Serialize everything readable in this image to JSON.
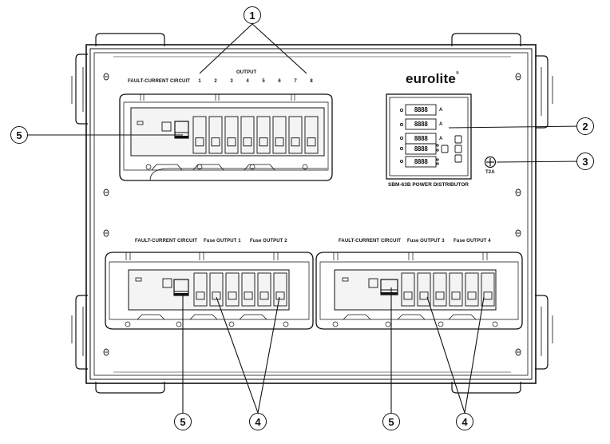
{
  "labels": {
    "output_header": "OUTPUT",
    "output_numbers": [
      "1",
      "2",
      "3",
      "4",
      "5",
      "6",
      "7",
      "8"
    ],
    "fault_current_top": "FAULT-CURRENT CIRCUIT",
    "fault_current_left": "FAULT-CURRENT CIRCUIT",
    "fault_current_right": "FAULT-CURRENT CIRCUIT",
    "fuse_output_1": "Fuse OUTPUT 1",
    "fuse_output_2": "Fuse OUTPUT 2",
    "fuse_output_3": "Fuse OUTPUT 3",
    "fuse_output_4": "Fuse OUTPUT 4",
    "brand": "eurolite",
    "brand_mark": "®",
    "model": "SBM-63B POWER DISTRIBUTOR",
    "fuse_rating": "T2A",
    "meter_readout": "8888",
    "meter_units": [
      "A",
      "A",
      "A",
      "",
      ""
    ]
  },
  "callouts": {
    "c1": "1",
    "c2": "2",
    "c3": "3",
    "c4_left": "4",
    "c4_right": "4",
    "c5_top": "5",
    "c5_bottom_left": "5",
    "c5_bottom_right": "5"
  },
  "colors": {
    "line": "#111111",
    "panel_fill": "#ffffff",
    "shade": "#e6e6e6"
  }
}
